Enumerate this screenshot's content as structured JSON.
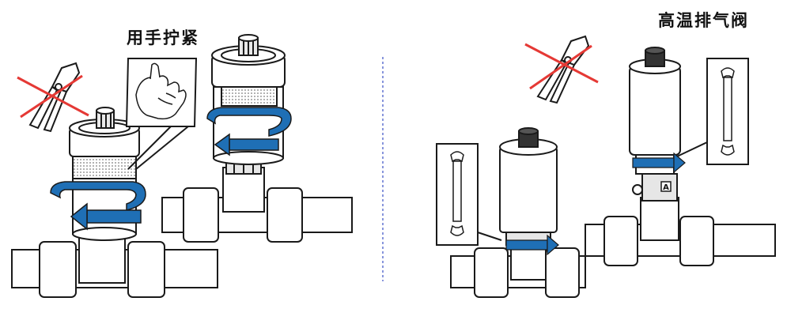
{
  "captions": {
    "hand_tighten": "用手拧紧",
    "high_temp_vent": "高温排气阀"
  },
  "badges": {
    "valve_marker": "A"
  },
  "icons": {
    "forbidden_tool": "crossed-out-pliers-icon",
    "required_tool": "wrench-icon",
    "hand": "hand-icon",
    "rotation": "rotation-arrow-icon"
  },
  "colors": {
    "arrow_blue": "#1f6fb5",
    "cross_red": "#e53935",
    "outline": "#1a1a1a",
    "divider_blue": "#3a4fc4",
    "knurl_gray": "#c8c8c8"
  }
}
